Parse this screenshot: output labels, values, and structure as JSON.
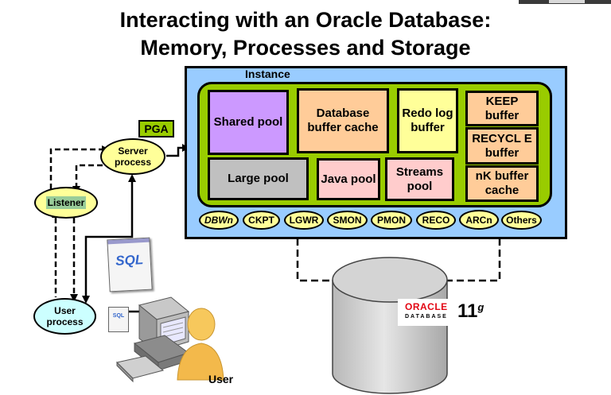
{
  "title": {
    "line1": "Interacting with an Oracle Database:",
    "line2": "Memory, Processes and Storage"
  },
  "instance": {
    "label": "Instance",
    "sga_components": {
      "shared_pool": "Shared pool",
      "db_buffer_cache": "Database buffer cache",
      "redo_log_buffer": "Redo log buffer",
      "keep_buffer": "KEEP buffer",
      "recycle_buffer": "RECYCL E buffer",
      "nk_buffer_cache": "nK buffer cache",
      "large_pool": "Large pool",
      "java_pool": "Java pool",
      "streams_pool": "Streams pool"
    },
    "background_processes": {
      "dbwn": "DBWn",
      "ckpt": "CKPT",
      "lgwr": "LGWR",
      "smon": "SMON",
      "pmon": "PMON",
      "reco": "RECO",
      "arcn": "ARCn",
      "others": "Others"
    }
  },
  "client": {
    "pga": "PGA",
    "server_process": "Server process",
    "listener": "Listener",
    "user_process": "User process",
    "sql_big": "SQL",
    "sql_small": "SQL",
    "user": "User"
  },
  "database": {
    "brand": "ORACLE",
    "product": "DATABASE",
    "version": "11",
    "version_suffix": "g"
  },
  "colors": {
    "instance_bg": "#99ccff",
    "sga_bg": "#99cc00",
    "purple": "#cc99ff",
    "peach": "#ffcc99",
    "yellow": "#ffff99",
    "gray": "#c0c0c0",
    "pink": "#ffcccc",
    "cyan": "#ccffff"
  }
}
